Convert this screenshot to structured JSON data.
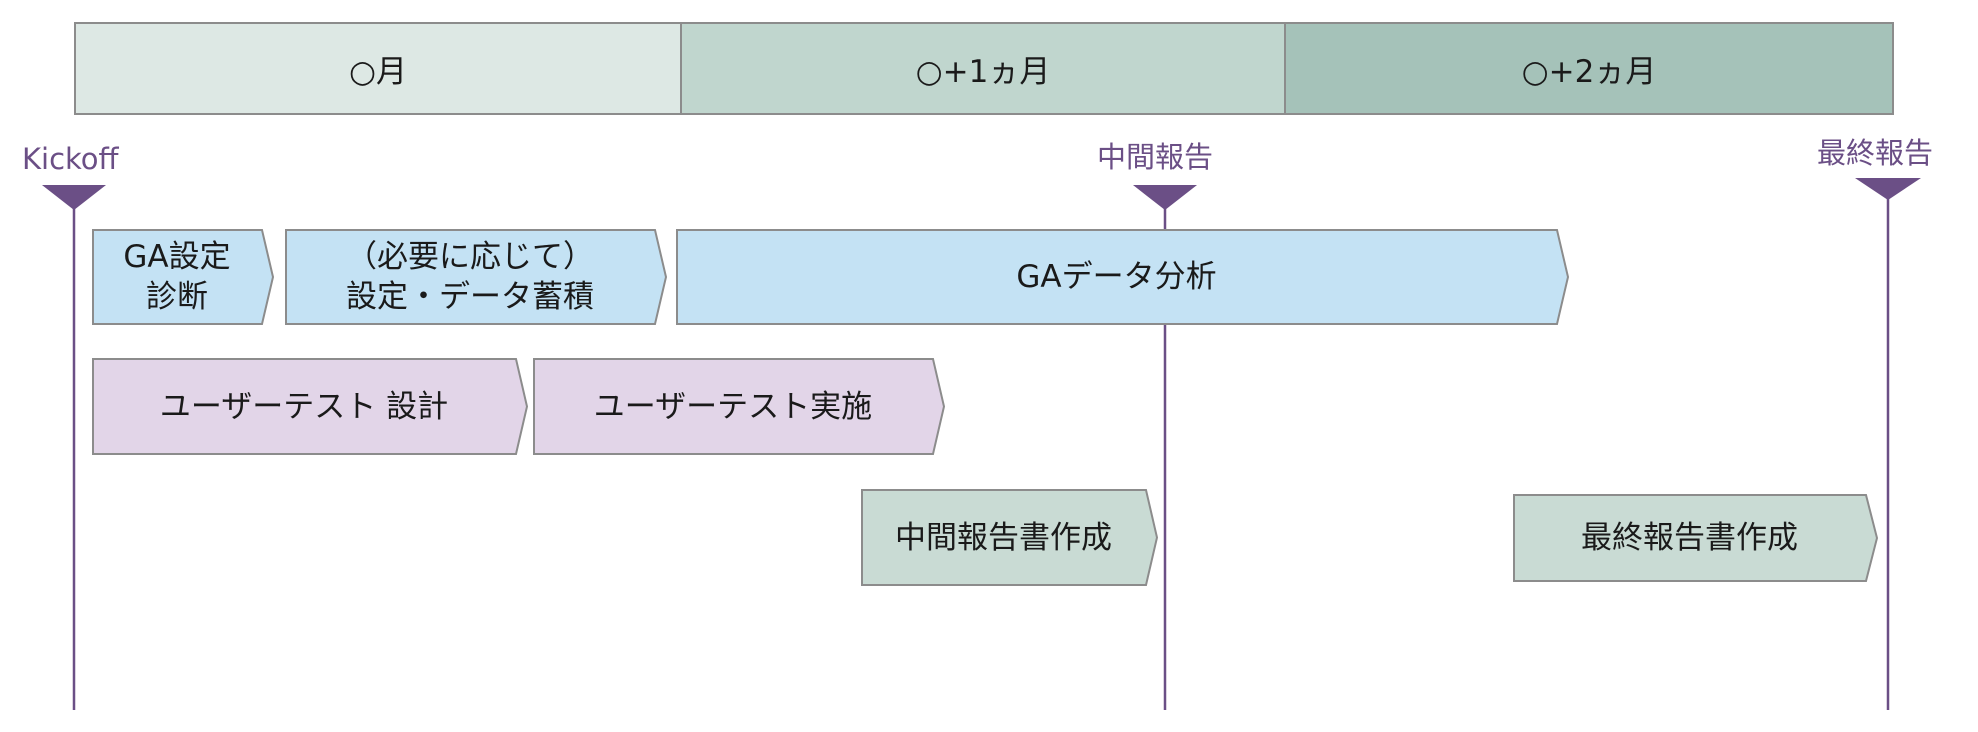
{
  "colors": {
    "month_1_fill": "#dde8e4",
    "month_2_fill": "#c0d6ce",
    "month_3_fill": "#a5c2b9",
    "milestone_purple": "#6b4f86",
    "ga_task_fill": "#c4e2f4",
    "usertest_task_fill": "#e2d5e8",
    "report_task_fill": "#c9dbd4",
    "task_border": "#8c8c8c"
  },
  "months": [
    {
      "label": "○月"
    },
    {
      "label": "○+1ヵ月"
    },
    {
      "label": "○+2ヵ月"
    }
  ],
  "milestones": {
    "kickoff": {
      "label": "Kickoff",
      "icon": "down-triangle-marker"
    },
    "mid_report": {
      "label": "中間報告",
      "icon": "down-triangle-marker"
    },
    "final_report": {
      "label": "最終報告",
      "icon": "down-triangle-marker"
    }
  },
  "tasks": {
    "ga_setup_diagnosis": {
      "label": "GA設定\n診断",
      "color_key": "ga_task_fill"
    },
    "ga_setup_accumulate": {
      "label": "（必要に応じて）\n設定・データ蓄積",
      "color_key": "ga_task_fill"
    },
    "ga_analysis": {
      "label": "GAデータ分析",
      "color_key": "ga_task_fill"
    },
    "usertest_design": {
      "label": "ユーザーテスト 設計",
      "color_key": "usertest_task_fill"
    },
    "usertest_execute": {
      "label": "ユーザーテスト実施",
      "color_key": "usertest_task_fill"
    },
    "mid_report_writing": {
      "label": "中間報告書作成",
      "color_key": "report_task_fill"
    },
    "final_report_writing": {
      "label": "最終報告書作成",
      "color_key": "report_task_fill"
    }
  }
}
